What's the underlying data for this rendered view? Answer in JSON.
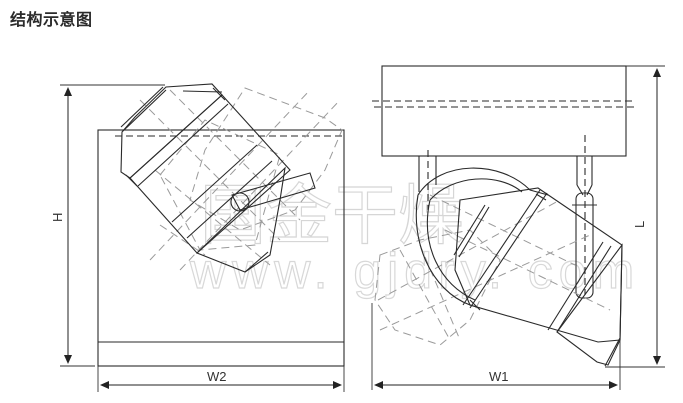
{
  "title": "结构示意图",
  "diagram": {
    "left_view": {
      "name": "side-view",
      "dimensions": {
        "height_label": "H",
        "width_label": "W2"
      }
    },
    "right_view": {
      "name": "front-view",
      "dimensions": {
        "length_label": "L",
        "width_label": "W1"
      }
    },
    "watermark": {
      "brand": "国金干燥",
      "url": "www. gjdry. com"
    }
  },
  "colors": {
    "line": "#2a2a2a",
    "ghost_line": "#9a9a9a",
    "watermark": "#d6d6d6",
    "background": "#ffffff"
  }
}
